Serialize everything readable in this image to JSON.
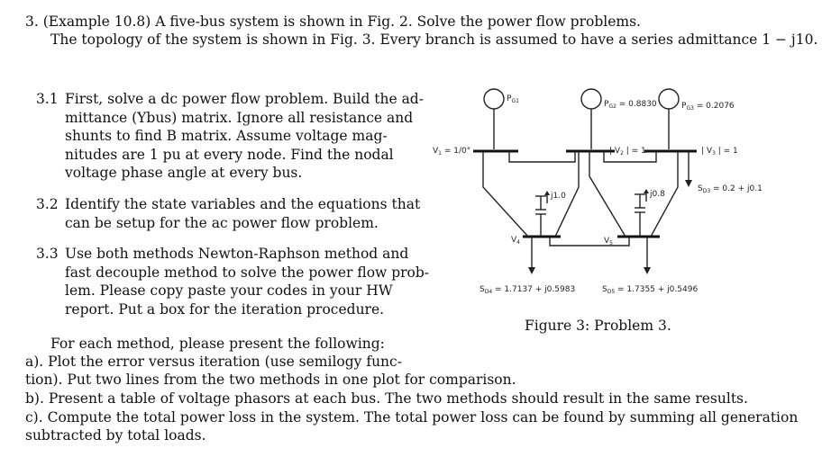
{
  "problem": {
    "line1": "3. (Example 10.8) A five-bus system is shown in Fig. 2. Solve the power flow problems.",
    "line2": "The topology of the system is shown in Fig. 3. Every branch is assumed to have a series admittance 1 − j10."
  },
  "subtasks": [
    {
      "num": "3.1",
      "lines": [
        "First, solve a dc power flow problem. Build the ad-",
        "mittance (Ybus) matrix. Ignore all resistance and",
        "shunts to find B matrix.  Assume voltage mag-",
        "nitudes are 1 pu at every node.  Find the nodal",
        "voltage phase angle at every bus."
      ]
    },
    {
      "num": "3.2",
      "lines": [
        "Identify the state variables and the equations that",
        "can be setup for the ac power flow problem."
      ]
    },
    {
      "num": "3.3",
      "lines": [
        "Use both methods Newton-Raphson method and",
        "fast decouple method to solve the power flow prob-",
        "lem.  Please copy paste your codes in your HW",
        "report. Put a box for the iteration procedure."
      ]
    }
  ],
  "figure": {
    "caption": "Figure 3: Problem 3.",
    "labels": {
      "pg1": "P",
      "pg1_sub": "G1",
      "pg2": "P",
      "pg2_sub": "G2",
      "pg2_val": " = 0.8830",
      "pg3": "P",
      "pg3_sub": "G3",
      "pg3_val": " = 0.2076",
      "v1": "V",
      "v1_sub": "1",
      "v1_val": " = 1/0°",
      "v2": "| V",
      "v2_sub": "2",
      "v2_val": " |  = 1",
      "v3": "| V",
      "v3_sub": "3",
      "v3_val": " |  = 1",
      "sd3": "S",
      "sd3_sub": "D3",
      "sd3_val": " = 0.2 + j0.1",
      "sd4": "S",
      "sd4_sub": "D4",
      "sd4_val": " = 1.7137 + j0.5983",
      "sd5": "S",
      "sd5_sub": "D5",
      "sd5_val": " = 1.7355 + j0.5496",
      "v4": "V",
      "v4_sub": "4",
      "v5": "V",
      "v5_sub": "5",
      "cap4": "j1.0",
      "cap5": "j0.8"
    }
  },
  "instructions": {
    "intro": "For each method, please present the following:",
    "a1": "a).  Plot the error versus iteration (use semilogy func-",
    "a2": "tion). Put two lines from the two methods in one plot for comparison.",
    "b": "b).  Present a table of voltage phasors at each bus.  The two methods should result in the same results.",
    "c1": "c).  Compute the total power loss in the system. The total power loss can be found by summing all generation",
    "c2": "subtracted by total loads."
  }
}
